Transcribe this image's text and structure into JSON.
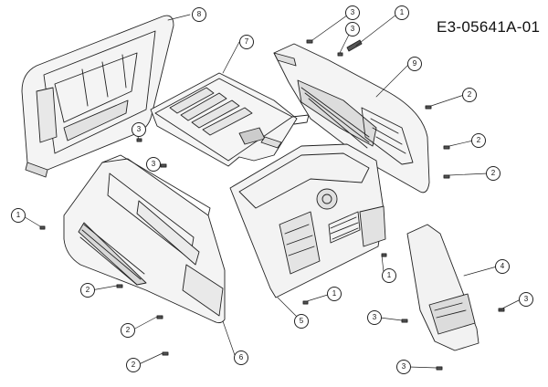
{
  "drawing_code": "E3-05641A-01",
  "callouts": [
    "8",
    "7",
    "3",
    "3",
    "1",
    "9",
    "3",
    "2",
    "2",
    "2",
    "3",
    "1",
    "2",
    "2",
    "2",
    "6",
    "5",
    "1",
    "4",
    "3",
    "3",
    "3",
    "1"
  ]
}
